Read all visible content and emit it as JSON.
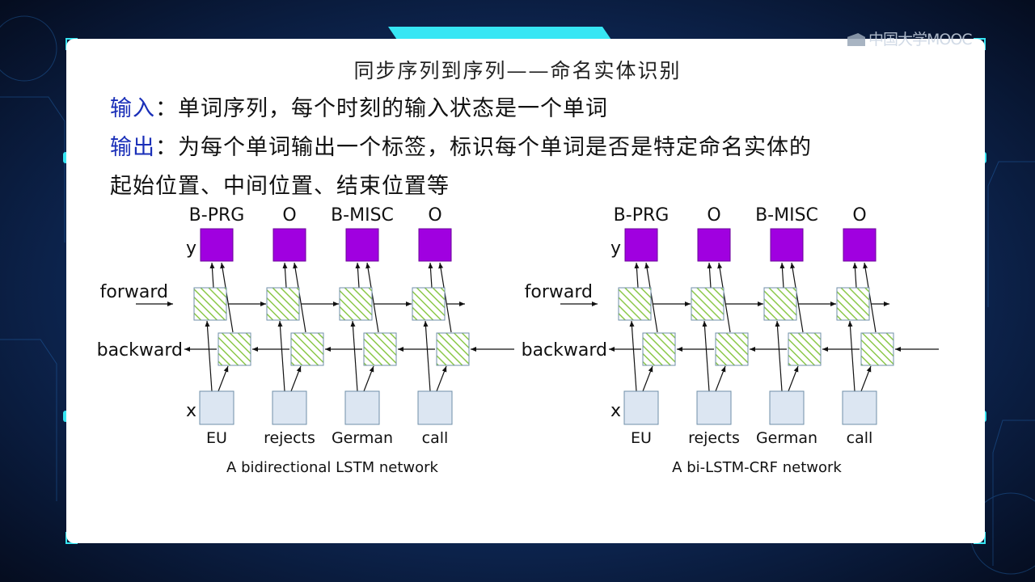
{
  "watermark": "中国大学MOOC",
  "title": "同步序列到序列——命名实体识别",
  "input_line": {
    "label": "输入",
    "sep": "：",
    "text": "单词序列，每个时刻的输入状态是一个单词"
  },
  "output_line": {
    "label": "输出",
    "sep": "：",
    "text": "为每个单词输出一个标签，标识每个单词是否是特定命名实体的"
  },
  "output_cont": "起始位置、中间位置、结束位置等",
  "diagrams": [
    {
      "caption": "A bidirectional LSTM network",
      "tags": [
        "B-PRG",
        "O",
        "B-MISC",
        "O"
      ],
      "words": [
        "EU",
        "rejects",
        "German",
        "call"
      ],
      "row_labels": {
        "y": "y",
        "forward": "forward",
        "backward": "backward",
        "x": "x"
      }
    },
    {
      "caption": "A bi-LSTM-CRF network",
      "tags": [
        "B-PRG",
        "O",
        "B-MISC",
        "O"
      ],
      "words": [
        "EU",
        "rejects",
        "German",
        "call"
      ],
      "row_labels": {
        "y": "y",
        "forward": "forward",
        "backward": "backward",
        "x": "x"
      }
    }
  ],
  "colors": {
    "input_output_keyword": "#1a2fb8",
    "output_node": "#a000e0",
    "input_node": "#dce6f2",
    "hidden_hatch": "#8cc84a",
    "frame_accent": "#37e6f4"
  }
}
